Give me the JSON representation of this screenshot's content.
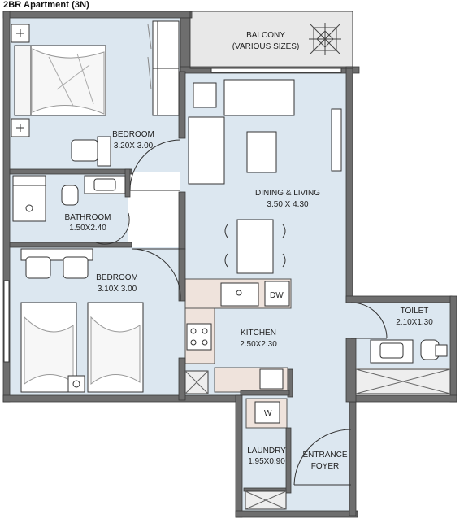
{
  "title": "2BR Apartment (3N)",
  "rooms": {
    "balcony": {
      "name": "BALCONY",
      "size": "(VARIOUS SIZES)"
    },
    "bedroom1": {
      "name": "BEDROOM",
      "size": "3.20X 3.00"
    },
    "bathroom": {
      "name": "BATHROOM",
      "size": "1.50X2.40"
    },
    "bedroom2": {
      "name": "BEDROOM",
      "size": "3.10X 3.00"
    },
    "dining_living": {
      "name": "DINING & LIVING",
      "size": "3.50 X 4.30"
    },
    "kitchen": {
      "name": "KITCHEN",
      "size": "2.50X2.30"
    },
    "toilet": {
      "name": "TOILET",
      "size": "2.10X1.30"
    },
    "laundry": {
      "name": "LAUNDRY",
      "size": "1.95X0.90"
    },
    "entrance": {
      "name": "ENTRANCE",
      "size": "FOYER"
    }
  },
  "fixture_labels": {
    "dishwasher": "DW",
    "washer": "W"
  },
  "colors": {
    "floor": "#dce7f0",
    "wall": "#6e6e6e",
    "wall_edge": "#3a3a3a",
    "counter": "#efe3dc",
    "balcony_floor": "#e8e8e8"
  }
}
